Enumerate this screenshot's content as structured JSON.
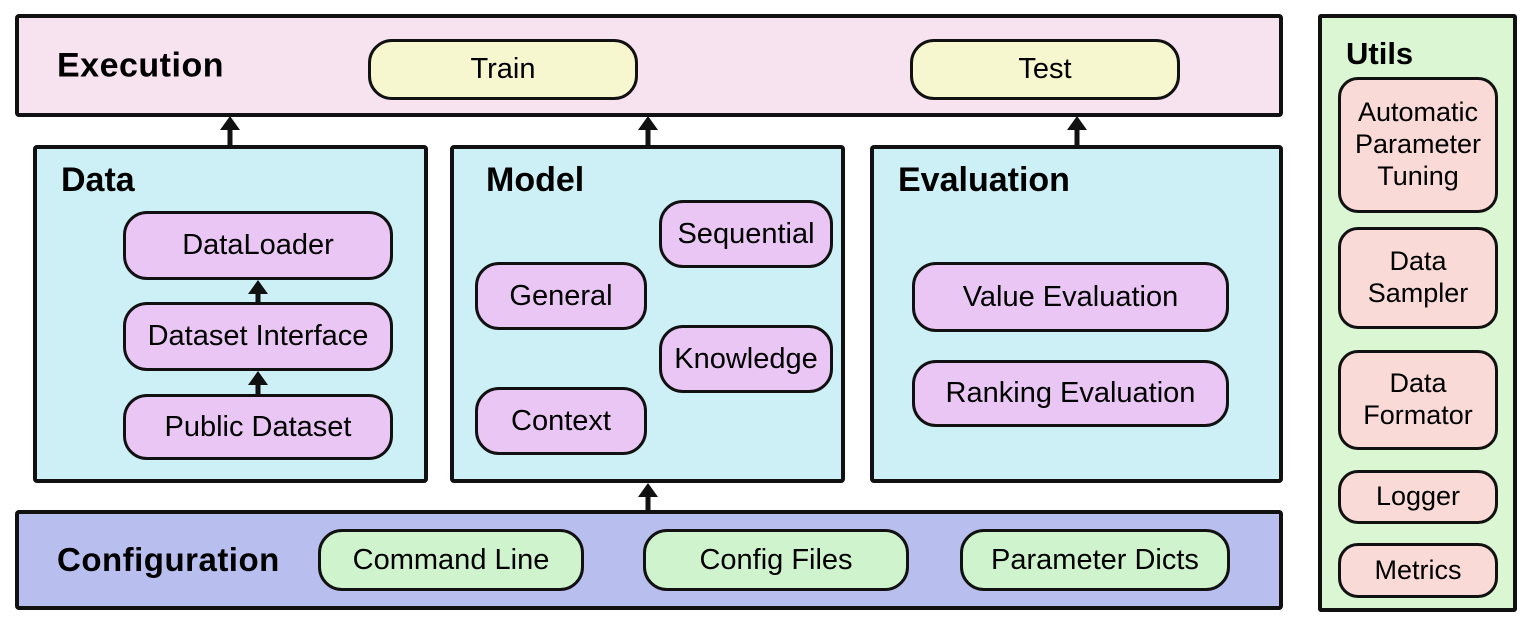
{
  "colors": {
    "execution_bg": "#f7e3f0",
    "stage_pill_bg": "#f6f7cf",
    "module_bg": "#cdeff6",
    "module_pill_bg": "#eac6f5",
    "configuration_bg": "#b8beee",
    "config_pill_bg": "#cff3cd",
    "utils_bg": "#daf6d3",
    "utils_pill_bg": "#f9dad7",
    "border": "#111111"
  },
  "execution": {
    "title": "Execution",
    "pills": [
      "Train",
      "Test"
    ]
  },
  "data": {
    "title": "Data",
    "pills": [
      "DataLoader",
      "Dataset Interface",
      "Public Dataset"
    ]
  },
  "model": {
    "title": "Model",
    "pills": [
      "Sequential",
      "General",
      "Knowledge",
      "Context"
    ]
  },
  "evaluation": {
    "title": "Evaluation",
    "pills": [
      "Value Evaluation",
      "Ranking Evaluation"
    ]
  },
  "configuration": {
    "title": "Configuration",
    "pills": [
      "Command Line",
      "Config Files",
      "Parameter Dicts"
    ]
  },
  "utils": {
    "title": "Utils",
    "pills": [
      "Automatic Parameter Tuning",
      "Data Sampler",
      "Data Formator",
      "Logger",
      "Metrics"
    ]
  },
  "arrows": [
    {
      "from": "Data",
      "to": "Execution"
    },
    {
      "from": "Model",
      "to": "Execution"
    },
    {
      "from": "Evaluation",
      "to": "Execution"
    },
    {
      "from": "Configuration",
      "to": "Model"
    },
    {
      "from": "Public Dataset",
      "to": "Dataset Interface"
    },
    {
      "from": "Dataset Interface",
      "to": "DataLoader"
    }
  ]
}
